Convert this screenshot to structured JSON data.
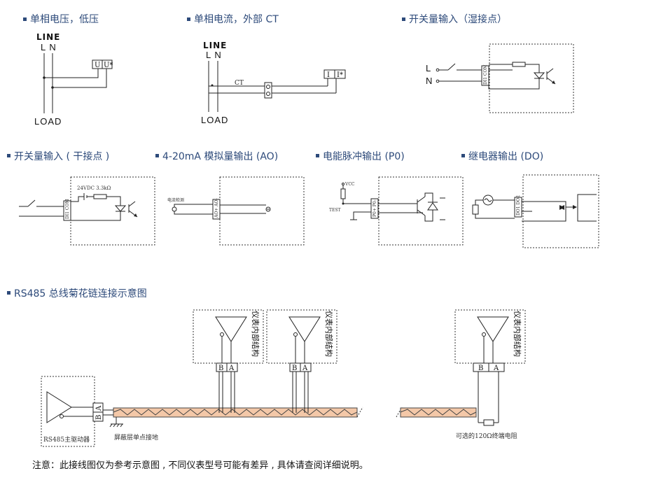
{
  "sections": {
    "voltage": {
      "title": "单相电压，低压",
      "line": "LINE",
      "ln": "L N",
      "load": "LOAD",
      "t1": "U",
      "t2": "U*"
    },
    "current": {
      "title": "单相电流，外部 CT",
      "line": "LINE",
      "ln": "L N",
      "load": "LOAD",
      "ct": "CT",
      "t1": "I",
      "t2": "I*"
    },
    "wet": {
      "title": "开关量输入（湿接点）",
      "l": "L",
      "n": "N",
      "term": "DI1 COM"
    },
    "dry": {
      "title": "开关量输入 ( 干接点 )",
      "supply": "24VDC 3.3kΩ",
      "term": "DI1 COM"
    },
    "ao": {
      "title": "4-20mA 模拟量输出 (AO)",
      "meter": "电流检测",
      "term": "AO+ AO-"
    },
    "pulse": {
      "title": "电能脉冲输出 (P0)",
      "vcc": "VCC",
      "test": "TEST",
      "term": "P0+ P0-"
    },
    "relay": {
      "title": "继电器输出 (DO)",
      "term": "DO1 DO2"
    },
    "rs485": {
      "title": "RS485 总线菊花链连接示意图",
      "internal": "仪表内部结构",
      "b": "B",
      "a": "A",
      "master": "RS485主驱动器",
      "shield": "屏蔽层单点接地",
      "terminator": "可选的120Ω终端电阻"
    }
  },
  "note": "注意：此接线图仅为参考示意图 , 不同仪表型号可能有差异 , 具体请查阅详细说明。",
  "colors": {
    "heading": "#2d4a7a",
    "cable_fill": "#f4c8a8",
    "cable_zigzag": "#444444"
  }
}
